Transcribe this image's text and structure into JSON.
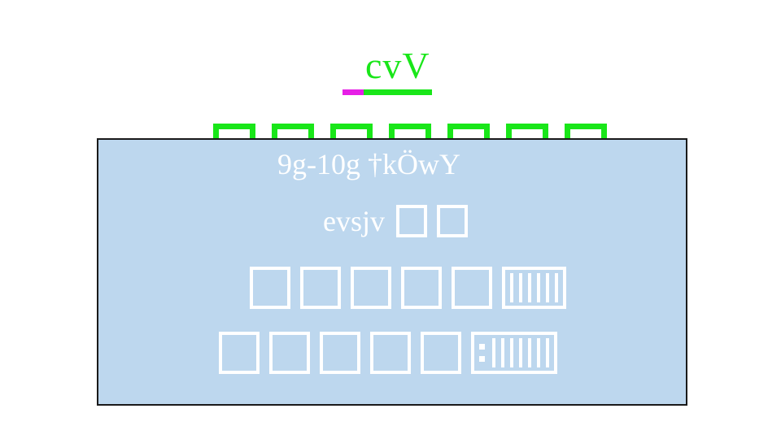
{
  "title": {
    "text": "cvV"
  },
  "panel": {
    "heading": "9g-10g †kÖwY",
    "subtitle": "evsjv"
  },
  "colors": {
    "title": "#19e619",
    "accent": "#e61fe6",
    "panel": "#bdd7ee",
    "panel_text": "#ffffff"
  }
}
